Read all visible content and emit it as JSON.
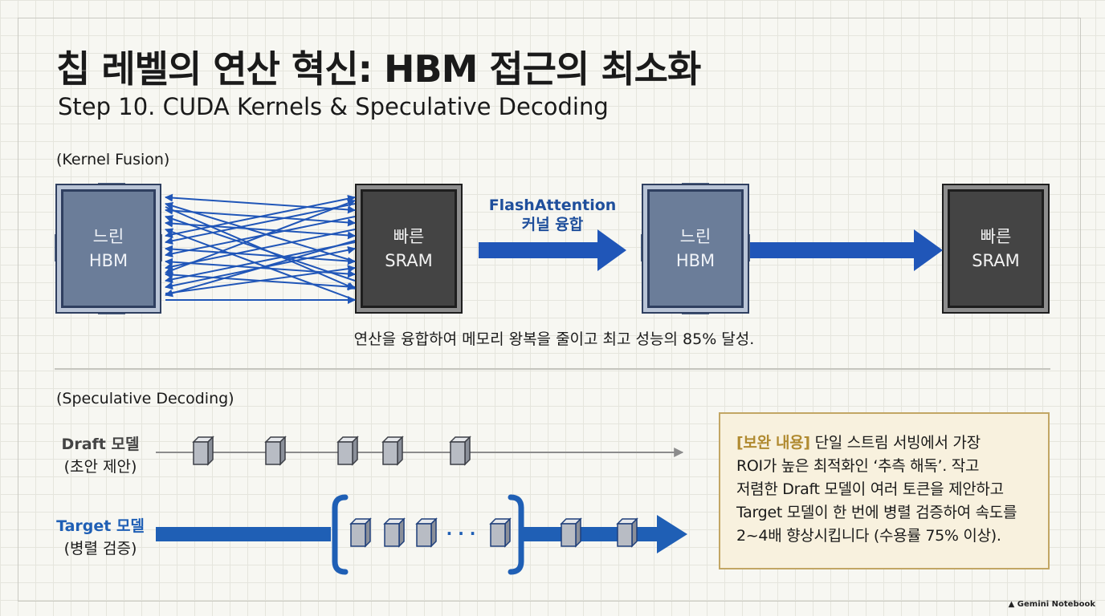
{
  "header": {
    "title": "칩 레벨의 연산 혁신: HBM 접근의 최소화",
    "subtitle": "Step 10. CUDA Kernels & Speculative Decoding"
  },
  "kernel_fusion": {
    "section_label": "(Kernel Fusion)",
    "hbm_left": {
      "line1": "느린",
      "line2": "HBM"
    },
    "sram_left": {
      "line1": "빠른",
      "line2": "SRAM"
    },
    "flash_label": {
      "line1": "FlashAttention",
      "line2": "커널 융합"
    },
    "hbm_right": {
      "line1": "느린",
      "line2": "HBM"
    },
    "sram_right": {
      "line1": "빠른",
      "line2": "SRAM"
    },
    "caption": "연산을 융합하여 메모리 왕복을 줄이고 최고 성능의 85% 달성.",
    "colors": {
      "arrow": "#2056b8",
      "hbm": "#6b7d99",
      "sram": "#444444"
    }
  },
  "speculative": {
    "section_label": "(Speculative Decoding)",
    "draft": {
      "name": "Draft 모델",
      "role": "(초안 제안)",
      "token_count": 5
    },
    "target": {
      "name": "Target 모델",
      "role": "(병렬 검증)",
      "verify_token_count": 4,
      "ellipsis": "· · ·",
      "accepted_token_count": 2
    },
    "colors": {
      "target": "#1f5fb5",
      "draft_line": "#8c8c8c"
    }
  },
  "note": {
    "tag": "[보완 내용]",
    "lines": [
      "단일 스트림 서빙에서 가장",
      "ROI가 높은 최적화인 ‘추측 해독’. 작고",
      "저렴한 Draft 모델이 여러 토큰을 제안하고",
      "Target 모델이 한 번에 병렬 검증하여 속도를",
      "2~4배 향상시킵니다 (수용률 75% 이상)."
    ]
  },
  "branding": {
    "logo_text": "Gemini Notebook",
    "logo_icon": "notebook-icon"
  }
}
